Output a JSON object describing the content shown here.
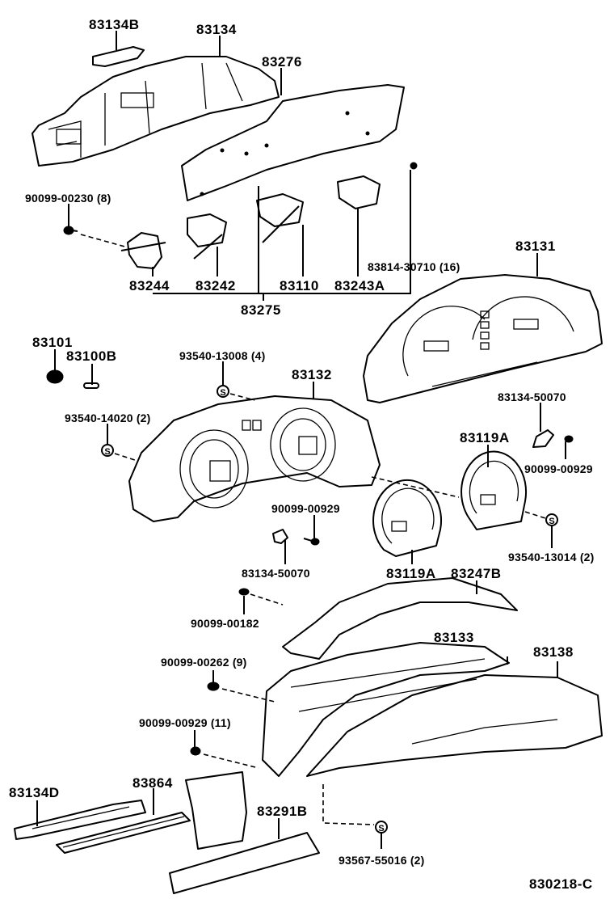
{
  "diagram": {
    "title": "Combination meter exploded parts diagram",
    "figure_code": "830218-C",
    "labels": {
      "p83134B": "83134B",
      "p83134": "83134",
      "p83276": "83276",
      "p90099_00230": "90099-00230 (8)",
      "p83244": "83244",
      "p83242": "83242",
      "p83110": "83110",
      "p83243A": "83243A",
      "p83814_30710": "83814-30710 (16)",
      "p83275": "83275",
      "p83131": "83131",
      "p83101": "83101",
      "p83100B": "83100B",
      "p93540_13008": "93540-13008 (4)",
      "p83132": "83132",
      "p93540_14020": "93540-14020 (2)",
      "p83134_50070_right": "83134-50070",
      "p83119A_right": "83119A",
      "p90099_00929_right": "90099-00929",
      "p90099_00929_left": "90099-00929",
      "p83134_50070_left": "83134-50070",
      "p93540_13014": "93540-13014 (2)",
      "p83119A_left": "83119A",
      "p83247B": "83247B",
      "p90099_00182": "90099-00182",
      "p83133": "83133",
      "p83138": "83138",
      "p90099_00262": "90099-00262 (9)",
      "p90099_00929_11": "90099-00929 (11)",
      "p83134D": "83134D",
      "p83864": "83864",
      "p83291B": "83291B",
      "p93567_55016": "93567-55016 (2)"
    },
    "screw_symbol": "S"
  }
}
